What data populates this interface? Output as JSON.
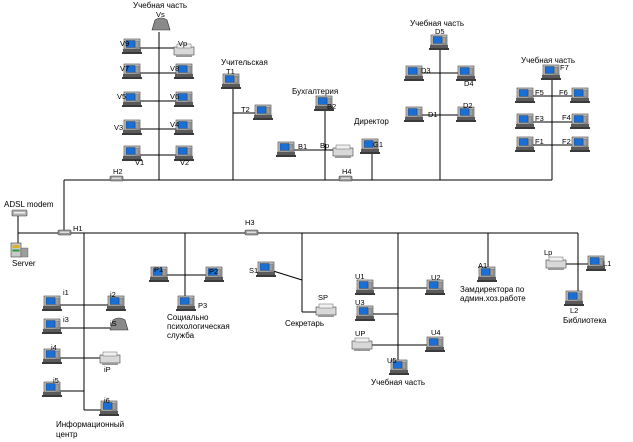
{
  "zones": {
    "v_group": "Учебная часть",
    "t_group": "Учительская",
    "b_group": "Бухгалтерия",
    "director": "Директор",
    "d_group": "Учебная часть",
    "f_group": "Учебная часть",
    "modem": "ADSL modem",
    "server": "Server",
    "social_1": "Социально",
    "social_2": "психологическая",
    "social_3": "служба",
    "secretary": "Секретарь",
    "deputy_1": "Замдиректора по",
    "deputy_2": "админ.хоз.работе",
    "library": "Библиотека",
    "u_group": "Учебная часть",
    "info_1": "Информационный",
    "info_2": "центр"
  },
  "nodes": {
    "Vs": "Vs",
    "V9": "V9",
    "Vp": "Vp",
    "V7": "V7",
    "V8": "V8",
    "V5": "V5",
    "V6": "V6",
    "V3": "V3",
    "V4": "V4",
    "V1": "V1",
    "V2": "V2",
    "T1": "T1",
    "T2": "T2",
    "B1": "B1",
    "B2": "B2",
    "Bp": "Bp",
    "G1": "G1",
    "D5": "D5",
    "D3": "D3",
    "D4": "D4",
    "D1": "D1",
    "D2": "D2",
    "F7": "F7",
    "F5": "F5",
    "F6": "F6",
    "F3": "F3",
    "F4": "F4",
    "F1": "F1",
    "F2": "F2",
    "H1": "H1",
    "H2": "H2",
    "H3": "H3",
    "H4": "H4",
    "P1": "P1",
    "P2": "P2",
    "P3": "P3",
    "S1": "S1",
    "SP": "SP",
    "U1": "U1",
    "U2": "U2",
    "U3": "U3",
    "U4": "U4",
    "U5": "U5",
    "UP": "UP",
    "A1": "A1",
    "Lp": "Lp",
    "L1": "L1",
    "L2": "L2",
    "i1": "i1",
    "i2": "i2",
    "i3": "i3",
    "iS": "iS",
    "i4": "i4",
    "iP": "iP",
    "i5": "i5",
    "i6": "i6"
  },
  "colors": {
    "monitor_screen": "#1a6fd6",
    "monitor_case": "#b8b8b8",
    "wire": "#000000",
    "hub": "#9a9a9a",
    "printer": "#d8d8d8",
    "server_accent": "#d9b22a",
    "screen_green": "#2a9a3a"
  }
}
